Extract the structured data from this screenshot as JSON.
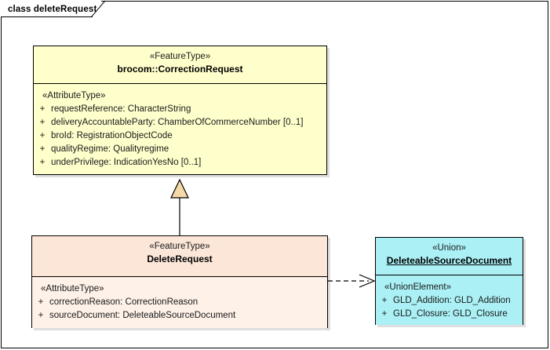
{
  "frame": {
    "tab_label": "class deleteRequest"
  },
  "classes": {
    "correction_request": {
      "stereotype": "«FeatureType»",
      "name": "brocom::CorrectionRequest",
      "compartment_stereotype": "«AttributeType»",
      "attributes": [
        {
          "visibility": "+",
          "text": "requestReference: CharacterString"
        },
        {
          "visibility": "+",
          "text": "deliveryAccountableParty: ChamberOfCommerceNumber [0..1]"
        },
        {
          "visibility": "+",
          "text": "broId: RegistrationObjectCode"
        },
        {
          "visibility": "+",
          "text": "qualityRegime: Qualityregime"
        },
        {
          "visibility": "+",
          "text": "underPrivilege: IndicationYesNo [0..1]"
        }
      ]
    },
    "delete_request": {
      "stereotype": "«FeatureType»",
      "name": "DeleteRequest",
      "compartment_stereotype": "«AttributeType»",
      "attributes": [
        {
          "visibility": "+",
          "text": "correctionReason: CorrectionReason"
        },
        {
          "visibility": "+",
          "text": "sourceDocument: DeleteableSourceDocument"
        }
      ]
    },
    "deleteable_source_document": {
      "stereotype": "«Union»",
      "name": "DeleteableSourceDocument",
      "compartment_stereotype": "«UnionElement»",
      "attributes": [
        {
          "visibility": "+",
          "text": "GLD_Addition: GLD_Addition"
        },
        {
          "visibility": "+",
          "text": "GLD_Closure: GLD_Closure"
        }
      ]
    }
  },
  "connectors": {
    "generalization": {
      "label": "generalization-delete-to-correction",
      "style": "solid-line-hollow-triangle"
    },
    "dependency": {
      "label": "dependency-delete-to-union",
      "style": "dashed-line-open-arrow"
    }
  },
  "colors": {
    "feature_type_fill": "#ffffcc",
    "delete_request_fill": "#fbe6d8",
    "union_fill": "#aaf0f5",
    "triangle_fill": "#f5d9a8",
    "line": "#000000"
  }
}
